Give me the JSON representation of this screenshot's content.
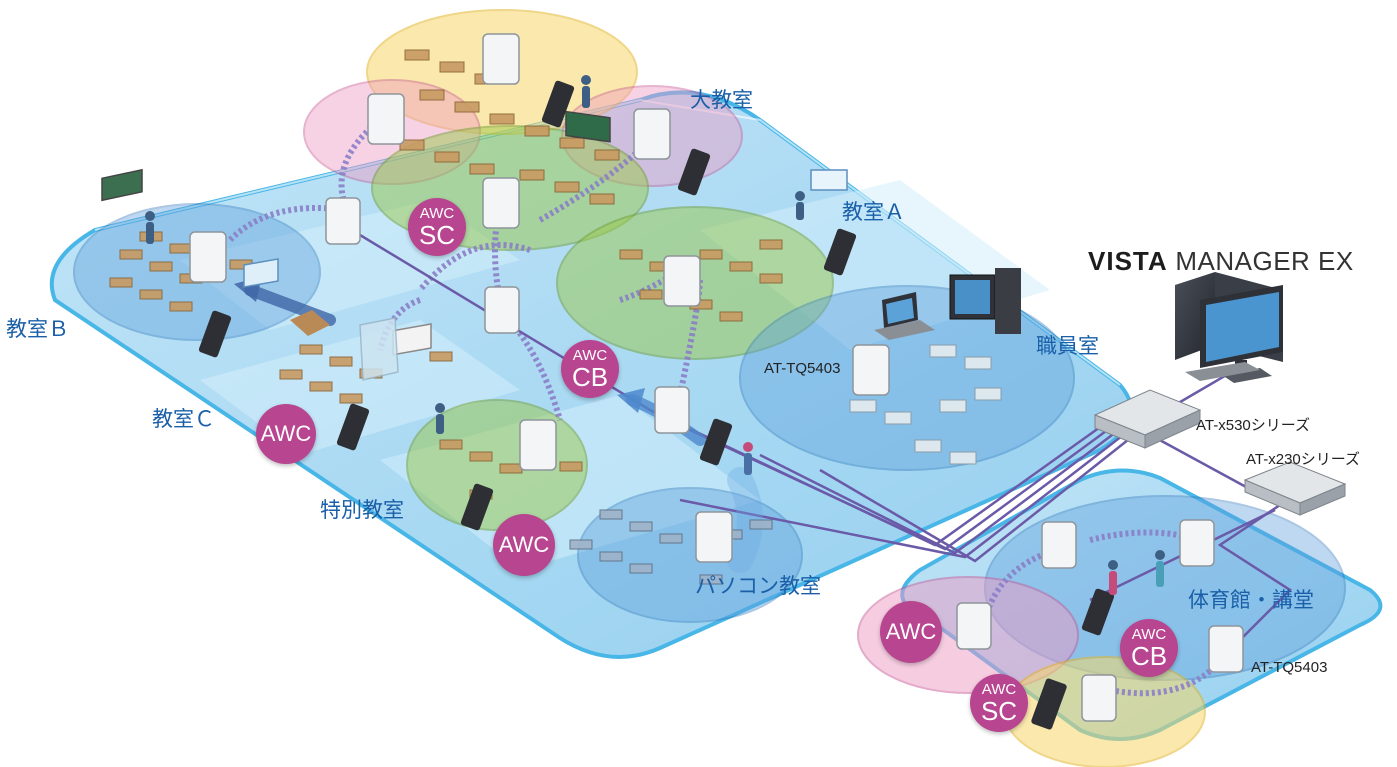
{
  "brand": {
    "bold": "VISTA",
    "rest": "MANAGER EX"
  },
  "rooms": {
    "large_classroom": "大教室",
    "classroom_a": "教室Ａ",
    "classroom_b": "教室Ｂ",
    "classroom_c": "教室Ｃ",
    "special_classroom": "特別教室",
    "pc_room": "パソコン教室",
    "staff_room": "職員室",
    "gym_hall": "体育館・講堂"
  },
  "devices": {
    "access_point_main": "AT-TQ5403",
    "access_point_gym": "AT-TQ5403",
    "core_switch": "AT-x530シリーズ",
    "edge_switch": "AT-x230シリーズ"
  },
  "badges": {
    "awc_sc_main": {
      "top": "AWC",
      "main": "SC"
    },
    "awc_cb_main": {
      "top": "AWC",
      "main": "CB"
    },
    "awc_class_c": {
      "main": "AWC"
    },
    "awc_special": {
      "main": "AWC"
    },
    "awc_gym_left": {
      "main": "AWC"
    },
    "awc_cb_gym": {
      "top": "AWC",
      "main": "CB"
    },
    "awc_sc_gym": {
      "top": "AWC",
      "main": "SC"
    }
  },
  "colors": {
    "floor": "#a9d8f2",
    "floor_edge": "#3fb3e6",
    "cell_blue": "#5d9fdc",
    "cell_green": "#9bc94a",
    "cell_pink": "#ef9bc4",
    "cell_yellow": "#f6d769",
    "badge": "#b8458f",
    "cable": "#6a5aa8",
    "label": "#1a5fa8"
  }
}
